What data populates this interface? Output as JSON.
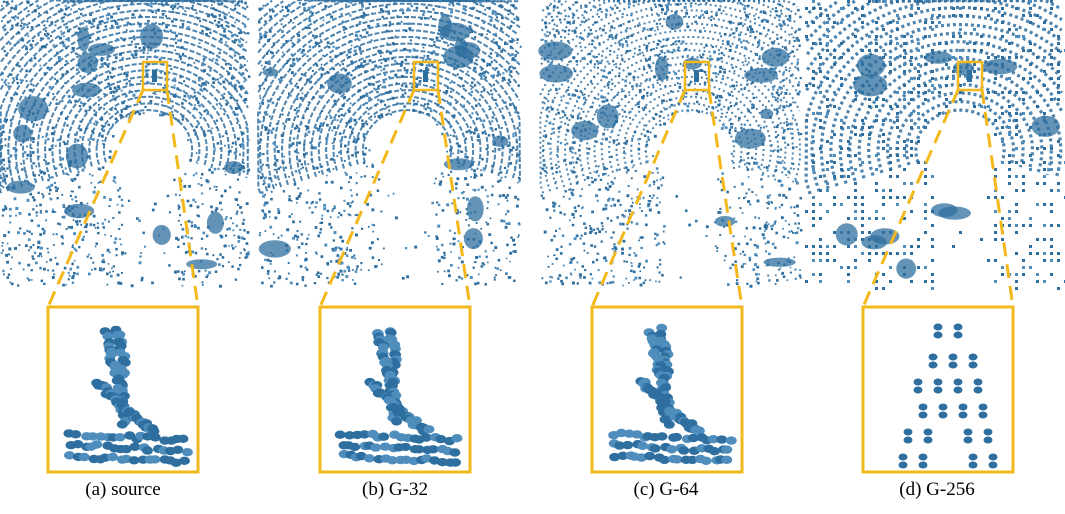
{
  "figure": {
    "panels": [
      {
        "id": "a",
        "caption": "(a) source",
        "quantization": "source"
      },
      {
        "id": "b",
        "caption": "(b) G-32",
        "quantization": "G-32"
      },
      {
        "id": "c",
        "caption": "(c) G-64",
        "quantization": "G-64"
      },
      {
        "id": "d",
        "caption": "(d) G-256",
        "quantization": "G-256"
      }
    ]
  },
  "colors": {
    "points": "#2f6f9f",
    "points_light": "#4f8dbd",
    "highlight": "#f2b81c",
    "background": "#ffffff"
  }
}
